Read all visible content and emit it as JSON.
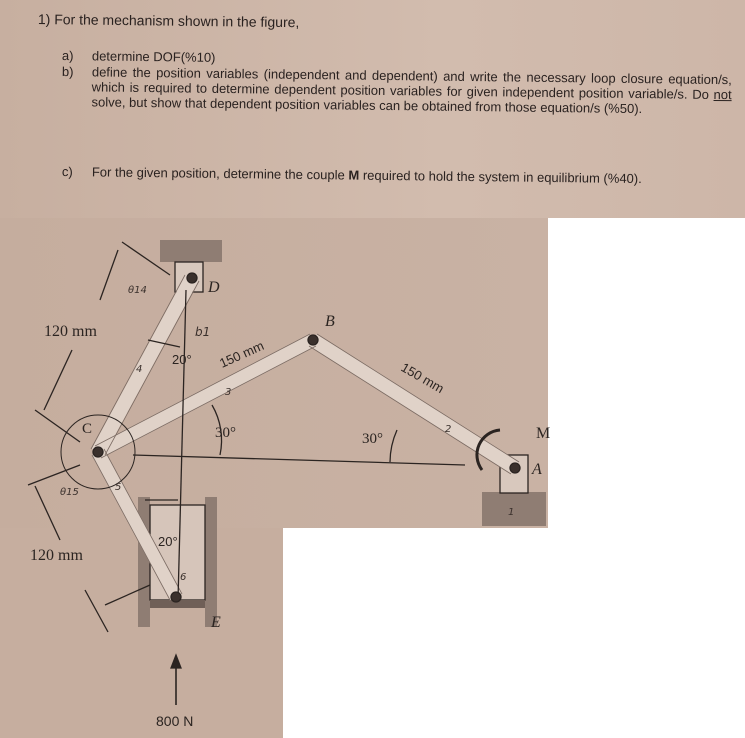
{
  "question": {
    "heading": "1) For the mechanism shown in the figure,",
    "a_label": "a)",
    "a_text": "determine DOF(%10)",
    "b_label": "b)",
    "b_text_1": "define the position variables (independent and dependent) and write the necessary loop closure equation/s, which is required to determine dependent position variables for given independent position variable/s. Do ",
    "b_not": "not",
    "b_text_2": " solve, but show that dependent position variables can be obtained from those equation/s (%50).",
    "c_label": "c)",
    "c_text_1": "For the given position, determine the couple ",
    "c_bold": "M",
    "c_text_2": " required to hold the system in equilibrium (%40)."
  },
  "figure": {
    "points": {
      "A": "A",
      "B": "B",
      "C": "C",
      "D": "D",
      "E": "E",
      "M": "M"
    },
    "dimensions": {
      "cd_length": "120 mm",
      "ce_length": "120 mm",
      "cb_length": "150 mm",
      "ba_length": "150 mm",
      "angle_cb": "30°",
      "angle_ba": "30°",
      "angle_cd": "20°",
      "angle_ce": "20°"
    },
    "force": "800 N",
    "handwritten": {
      "theta14": "θ14",
      "b1": "b1",
      "theta15": "θ15",
      "link4": "4",
      "link5": "5",
      "link6": "6",
      "link2": "2",
      "link3": "3",
      "ground": "1"
    }
  }
}
